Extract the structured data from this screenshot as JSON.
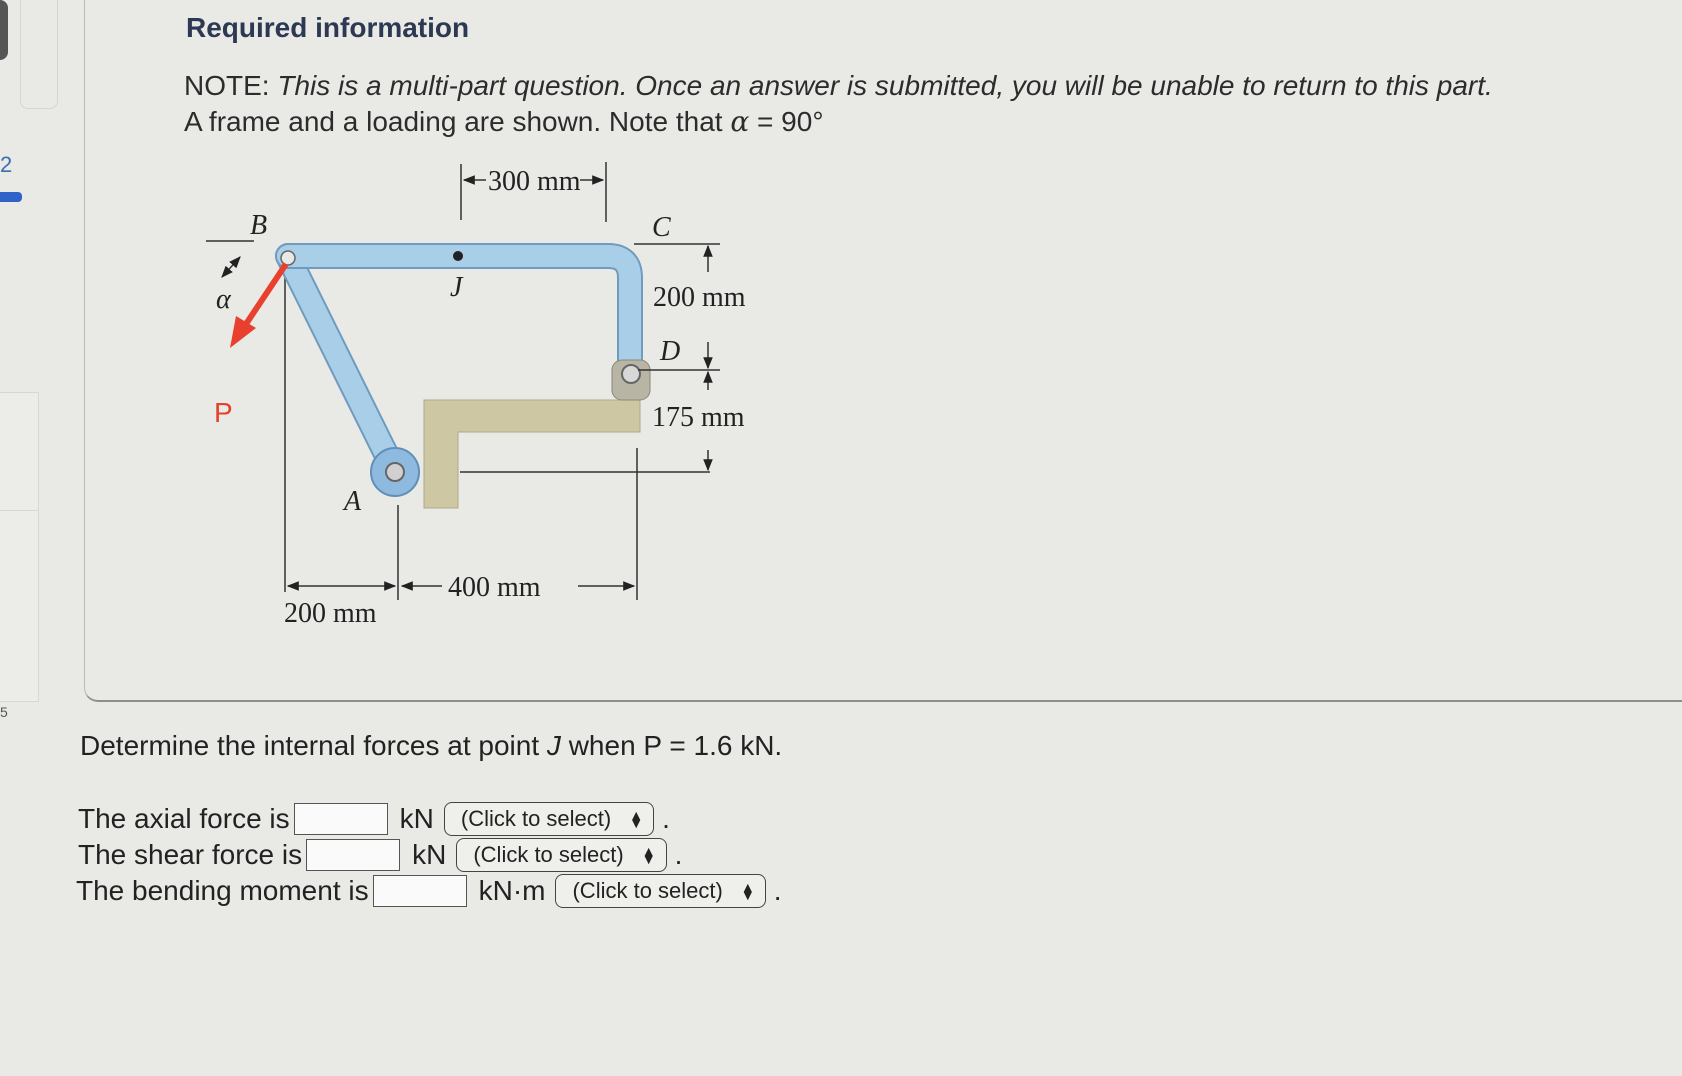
{
  "sidebar": {
    "question_number": "2",
    "bottom_mark": "5"
  },
  "header": {
    "title": "Required information"
  },
  "note": {
    "prefix": "NOTE: ",
    "italic": "This is a multi-part question. Once an answer is submitted, you will be unable to return to this part.",
    "line2": "A frame and a loading are shown. Note that ",
    "alpha_symbol": "α",
    "alpha_value": " = 90°"
  },
  "figure": {
    "dim_300": "300 mm",
    "dim_200_right": "200 mm",
    "dim_175": "175 mm",
    "dim_400": "400 mm",
    "dim_200_bottom": "200 mm",
    "labels": {
      "A": "A",
      "B": "B",
      "C": "C",
      "D": "D",
      "J": "J",
      "P": "P",
      "alpha": "α"
    },
    "colors": {
      "member": "#a9cfe8",
      "member_edge": "#6f9bbf",
      "support": "#cdc7a4",
      "force": "#e8402c"
    }
  },
  "question": {
    "prefix": "Determine the internal forces at point ",
    "point": "J",
    "suffix": " when P = 1.6 kN."
  },
  "answers": [
    {
      "label": "The axial force is",
      "unit": "kN",
      "select": "(Click to select)",
      "end": "."
    },
    {
      "label": "The shear force is",
      "unit": "kN",
      "select": "(Click to select)",
      "end": "."
    },
    {
      "label": "The bending moment is",
      "unit": "kN·m",
      "select": "(Click to select)",
      "end": "."
    }
  ]
}
